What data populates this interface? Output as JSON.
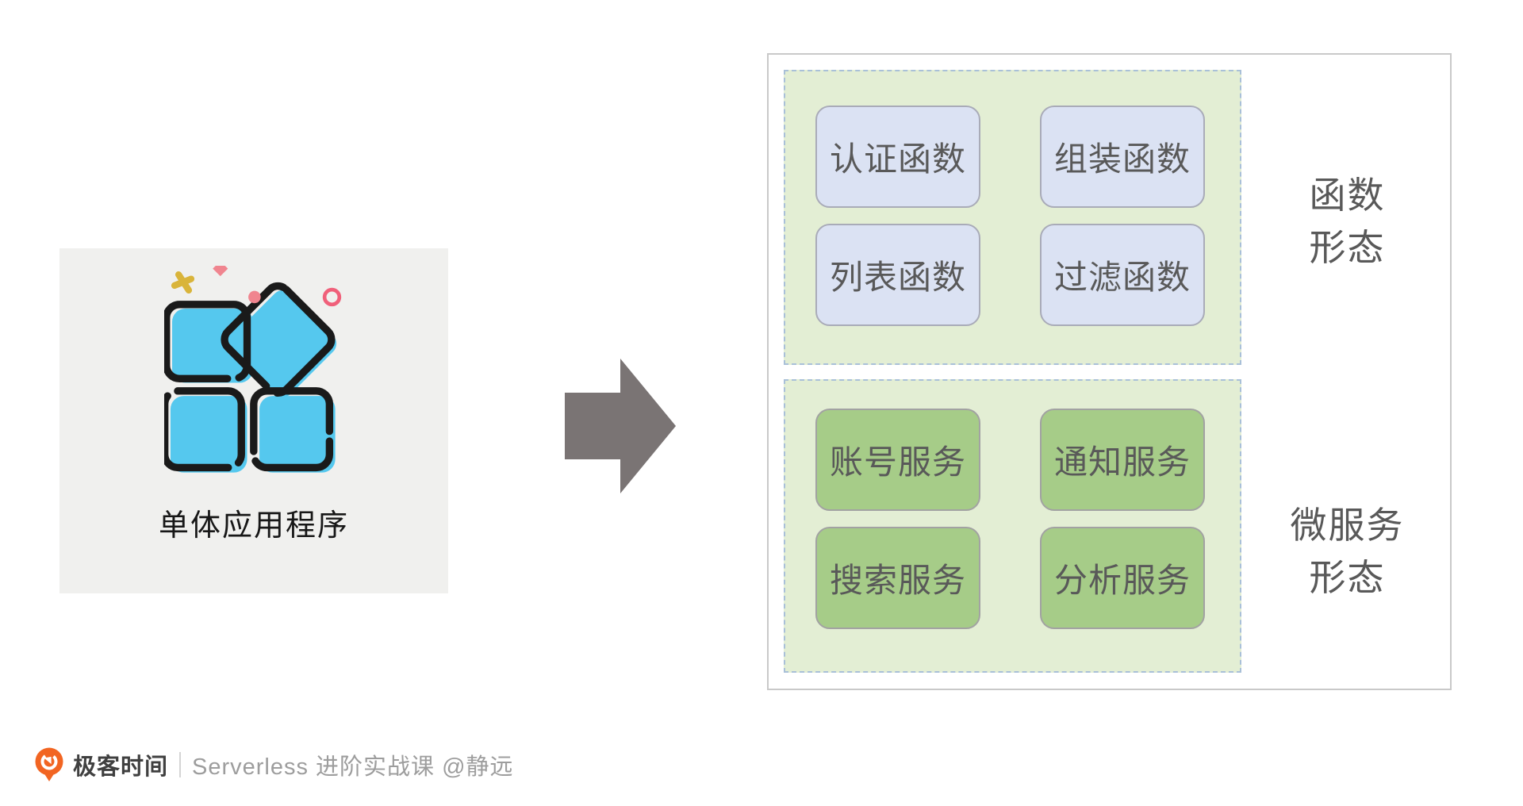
{
  "diagram": {
    "monolith": {
      "label": "单体应用程序",
      "icon": "app-blocks-icon",
      "colors": {
        "panel_bg": "#f0f0ee",
        "block_fill": "#55c8ee",
        "block_outline": "#1a1a1a",
        "sparkle_gold": "#d9b43a",
        "sparkle_pink": "#f0858f",
        "sparkle_ring": "#f0607a"
      }
    },
    "arrow": {
      "direction": "right",
      "color": "#7a7474"
    },
    "serverless_panel": {
      "sections": [
        {
          "id": "functions",
          "side_label_line1": "函数",
          "side_label_line2": "形态",
          "items": [
            "认证函数",
            "组装函数",
            "列表函数",
            "过滤函数"
          ],
          "colors": {
            "section_bg": "#e3eed4",
            "section_border": "#a9c0d8",
            "box_bg": "#dbe2f3",
            "box_border": "#a9abb8",
            "text": "#595959"
          }
        },
        {
          "id": "microservices",
          "side_label_line1": "微服务",
          "side_label_line2": "形态",
          "items": [
            "账号服务",
            "通知服务",
            "搜索服务",
            "分析服务"
          ],
          "colors": {
            "section_bg": "#e3eed4",
            "section_border": "#a9c0d8",
            "box_bg": "#a6cc88",
            "box_border": "#a2a2a2",
            "text": "#595959"
          }
        }
      ]
    }
  },
  "footer": {
    "logo": "geektime-logo",
    "brand": "极客时间",
    "course": "Serverless 进阶实战课 @静远"
  }
}
